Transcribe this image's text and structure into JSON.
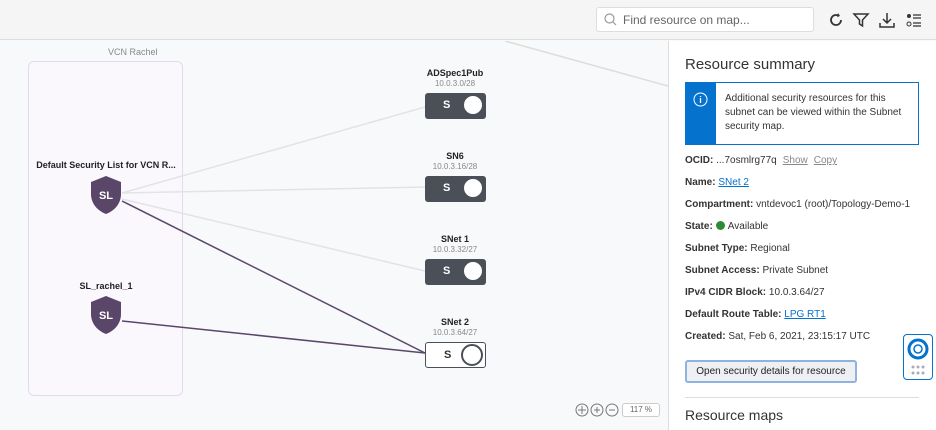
{
  "toolbar": {
    "search_placeholder": "Find resource on map..."
  },
  "canvas": {
    "vcn_label": "VCN Rachel",
    "security_lists": [
      {
        "name": "Default Security List for VCN R...",
        "badge": "SL"
      },
      {
        "name": "SL_rachel_1",
        "badge": "SL"
      }
    ],
    "subnets": [
      {
        "name": "ADSpec1Pub",
        "cidr": "10.0.3.0/28",
        "badge": "S"
      },
      {
        "name": "SN6",
        "cidr": "10.0.3.16/28",
        "badge": "S"
      },
      {
        "name": "SNet 1",
        "cidr": "10.0.3.32/27",
        "badge": "S"
      },
      {
        "name": "SNet 2",
        "cidr": "10.0.3.64/27",
        "badge": "S"
      }
    ],
    "zoom_level": "117 %"
  },
  "panel": {
    "title": "Resource summary",
    "info": "Additional security resources for this subnet can be viewed within the Subnet security map.",
    "ocid_label": "OCID:",
    "ocid": "...7osmlrg77q",
    "show": "Show",
    "copy": "Copy",
    "name_label": "Name:",
    "name": "SNet 2",
    "compartment_label": "Compartment:",
    "compartment": "vntdevoc1 (root)/Topology-Demo-1",
    "state_label": "State:",
    "state": "Available",
    "type_label": "Subnet Type:",
    "type": "Regional",
    "access_label": "Subnet Access:",
    "access": "Private Subnet",
    "cidr_label": "IPv4 CIDR Block:",
    "cidr": "10.0.3.64/27",
    "route_label": "Default Route Table:",
    "route": "LPG RT1",
    "created_label": "Created:",
    "created": "Sat, Feb 6, 2021, 23:15:17 UTC",
    "button": "Open security details for resource",
    "maps_title": "Resource maps"
  }
}
